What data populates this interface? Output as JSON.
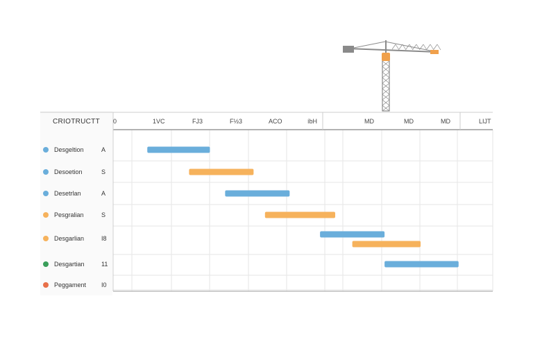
{
  "header": {
    "title": "CRIOTRUCTT"
  },
  "icon": {
    "name": "tower-crane-icon",
    "boom_color": "#8a8a8a",
    "accent_color": "#f0a04b"
  },
  "colors": {
    "blue": "#6aaedb",
    "orange": "#f6b25c",
    "green": "#3a9e5a",
    "red_orange": "#e8704a",
    "grid": "#e6e6e6",
    "axis": "#cccccc"
  },
  "chart_data": {
    "type": "gantt",
    "title": "CRIOTRUCTT",
    "x_tick_labels": [
      "0",
      "1VC",
      "FJ3",
      "F½3",
      "ACO",
      "íbH",
      "MD",
      "MD",
      "MD",
      "LIJT"
    ],
    "grid": true,
    "rows": [
      {
        "label": "Desgeltion",
        "code": "A",
        "dot": "#6aaedb"
      },
      {
        "label": "Desoetion",
        "code": "S",
        "dot": "#6aaedb"
      },
      {
        "label": "Desetrlan",
        "code": "A",
        "dot": "#6aaedb"
      },
      {
        "label": "Pesgralian",
        "code": "S",
        "dot": "#f6b25c"
      },
      {
        "label": "Desgarlian",
        "code": "I8",
        "dot": "#f6b25c"
      },
      {
        "label": "Desgartian",
        "code": "11",
        "dot": "#3a9e5a"
      },
      {
        "label": "Peggament",
        "code": "I0",
        "dot": "#e8704a"
      }
    ],
    "tasks": [
      {
        "row": 0,
        "start": 0.9,
        "end": 2.55,
        "color": "#6aaedb"
      },
      {
        "row": 1,
        "start": 2.0,
        "end": 3.7,
        "color": "#f6b25c"
      },
      {
        "row": 2,
        "start": 2.95,
        "end": 4.65,
        "color": "#6aaedb"
      },
      {
        "row": 3,
        "start": 4.0,
        "end": 5.85,
        "color": "#f6b25c"
      },
      {
        "row": 4,
        "start": 5.45,
        "end": 7.15,
        "color": "#6aaedb",
        "lane": 0
      },
      {
        "row": 4,
        "start": 6.3,
        "end": 8.1,
        "color": "#f6b25c",
        "lane": 1
      },
      {
        "row": 5,
        "start": 7.15,
        "end": 9.1,
        "color": "#6aaedb"
      }
    ]
  }
}
